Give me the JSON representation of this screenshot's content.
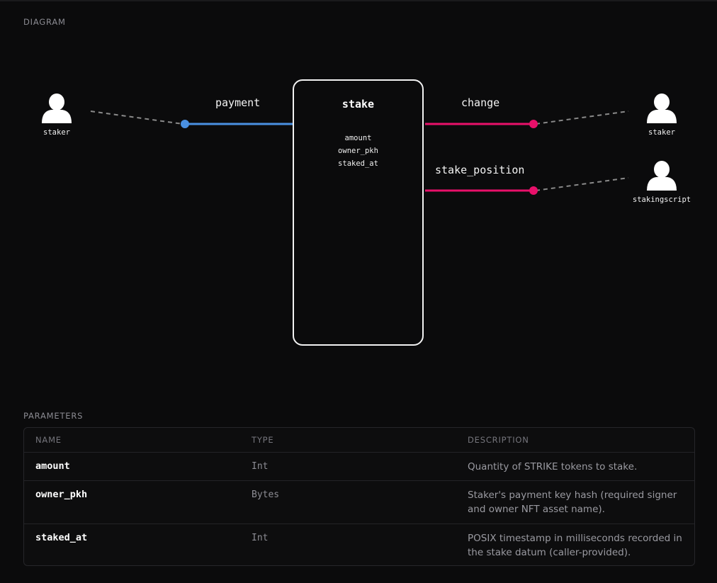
{
  "sections": {
    "diagram_label": "DIAGRAM",
    "parameters_label": "PARAMETERS"
  },
  "diagram": {
    "transaction": {
      "title": "stake",
      "fields": [
        "amount",
        "owner_pkh",
        "staked_at"
      ]
    },
    "inputs": [
      {
        "label": "payment",
        "actor": "staker",
        "color": "#4a90e2"
      }
    ],
    "outputs": [
      {
        "label": "change",
        "actor": "staker",
        "color": "#e8106a"
      },
      {
        "label": "stake_position",
        "actor": "stakingscript",
        "color": "#e8106a"
      }
    ],
    "icons": {
      "actor": "user-icon"
    }
  },
  "parameters": {
    "columns": [
      "NAME",
      "TYPE",
      "DESCRIPTION"
    ],
    "rows": [
      {
        "name": "amount",
        "type": "Int",
        "description": "Quantity of STRIKE tokens to stake."
      },
      {
        "name": "owner_pkh",
        "type": "Bytes",
        "description": "Staker's payment key hash (required signer and owner NFT asset name)."
      },
      {
        "name": "staked_at",
        "type": "Int",
        "description": "POSIX timestamp in milliseconds recorded in the stake datum (caller-provided)."
      }
    ]
  }
}
